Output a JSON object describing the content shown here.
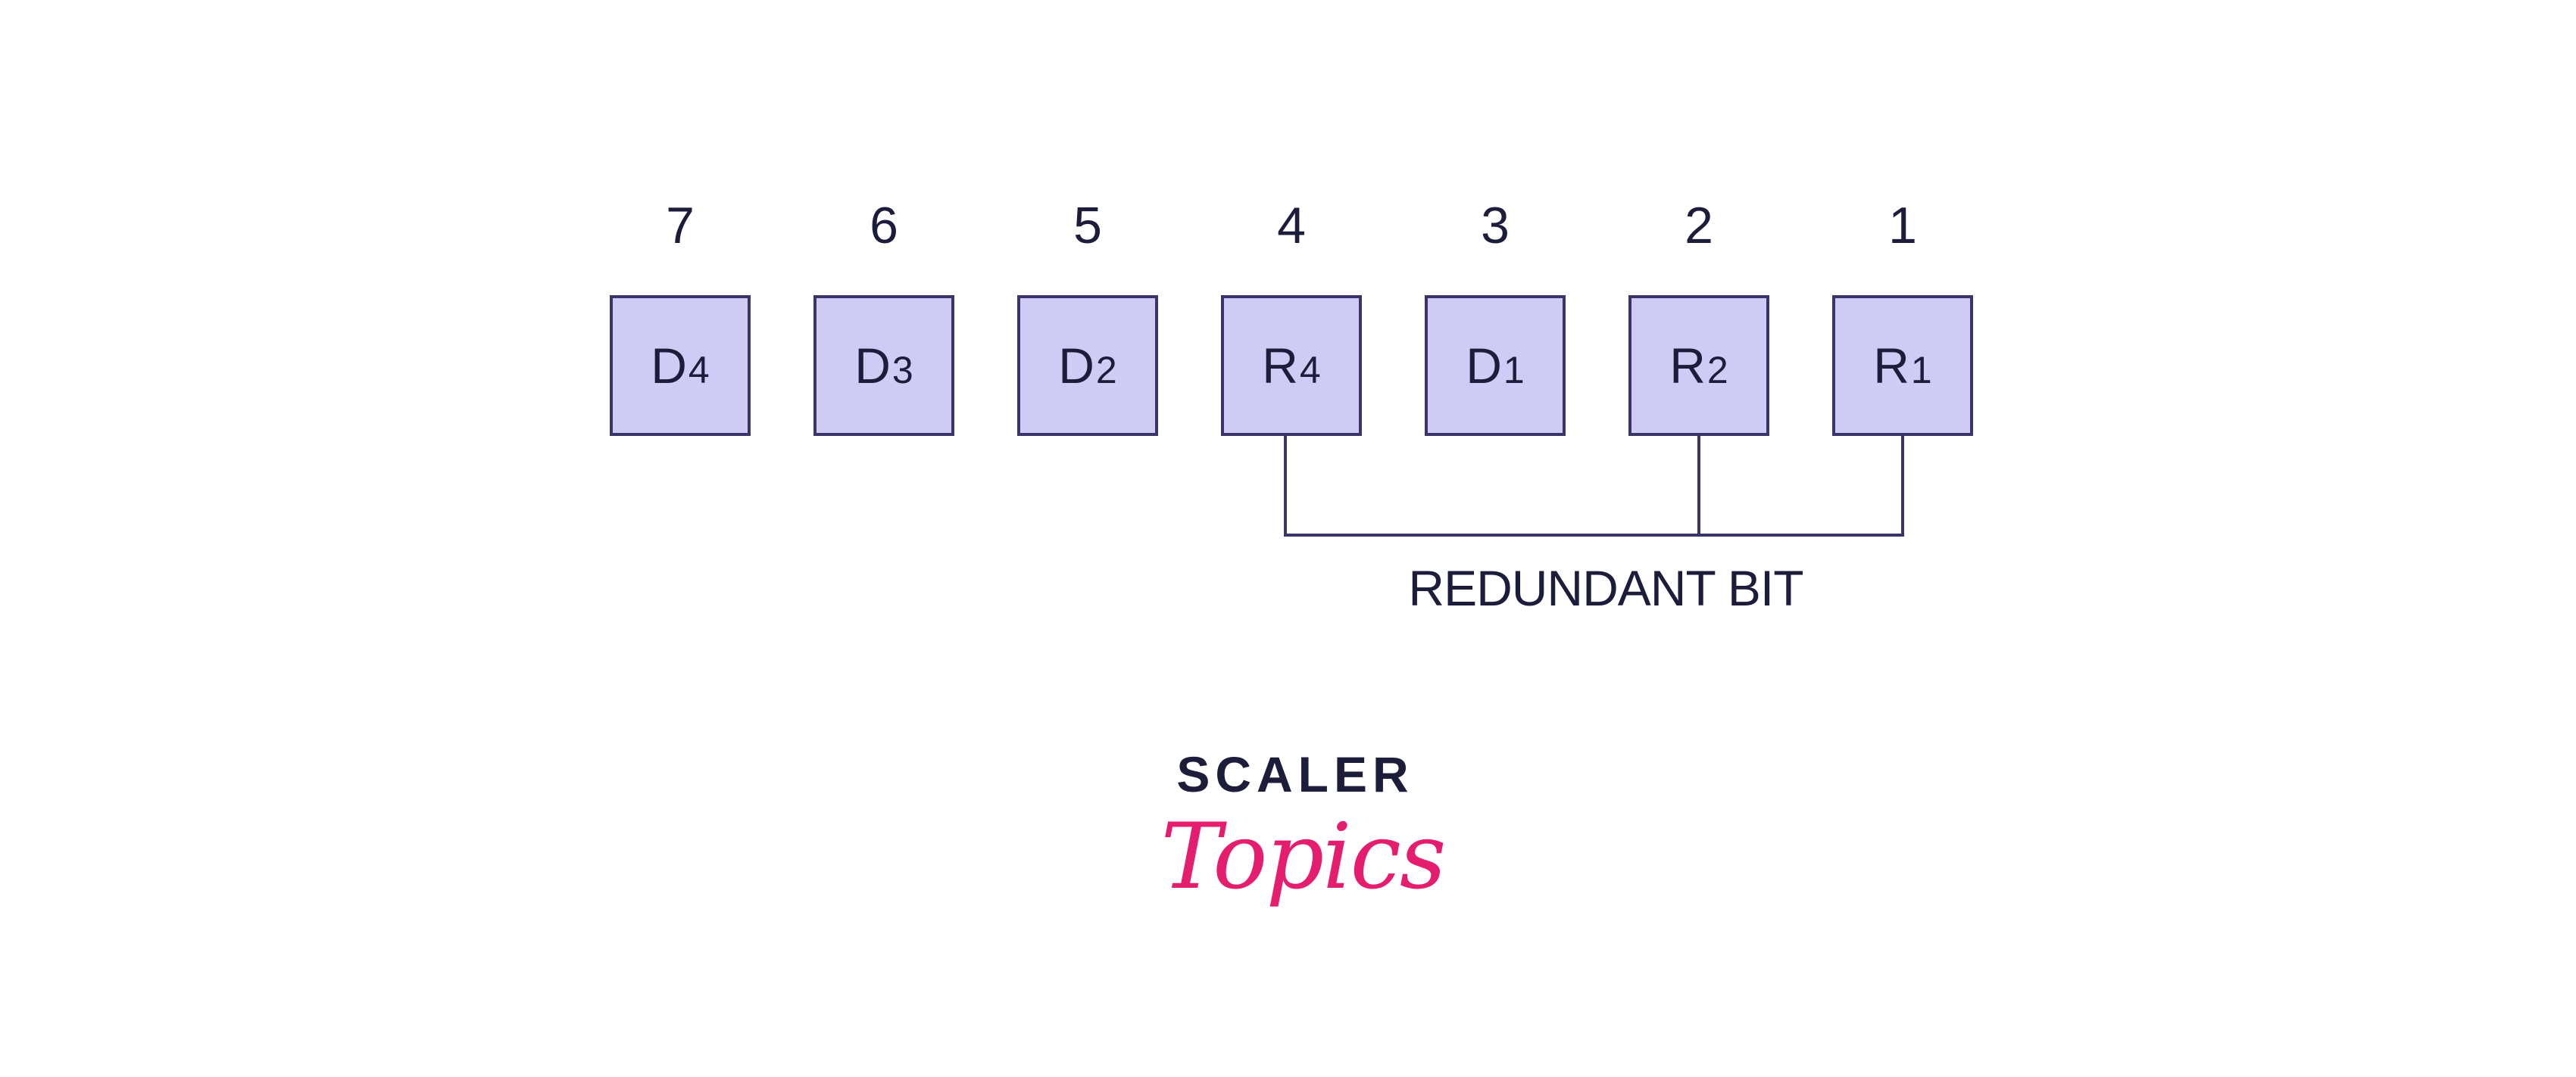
{
  "positions": [
    "7",
    "6",
    "5",
    "4",
    "3",
    "2",
    "1"
  ],
  "bits": [
    {
      "letter": "D",
      "sub": "4",
      "redundant": false
    },
    {
      "letter": "D",
      "sub": "3",
      "redundant": false
    },
    {
      "letter": "D",
      "sub": "2",
      "redundant": false
    },
    {
      "letter": "R",
      "sub": "4",
      "redundant": true
    },
    {
      "letter": "D",
      "sub": "1",
      "redundant": false
    },
    {
      "letter": "R",
      "sub": "2",
      "redundant": true
    },
    {
      "letter": "R",
      "sub": "1",
      "redundant": true
    }
  ],
  "bracket_label": "REDUNDANT BIT",
  "logo": {
    "top": "SCALER",
    "bottom": "Topics"
  },
  "colors": {
    "box_fill": "#d0cbf5",
    "box_border": "#3a3568",
    "text": "#1b1d3a",
    "logo_accent": "#e51d6f"
  }
}
